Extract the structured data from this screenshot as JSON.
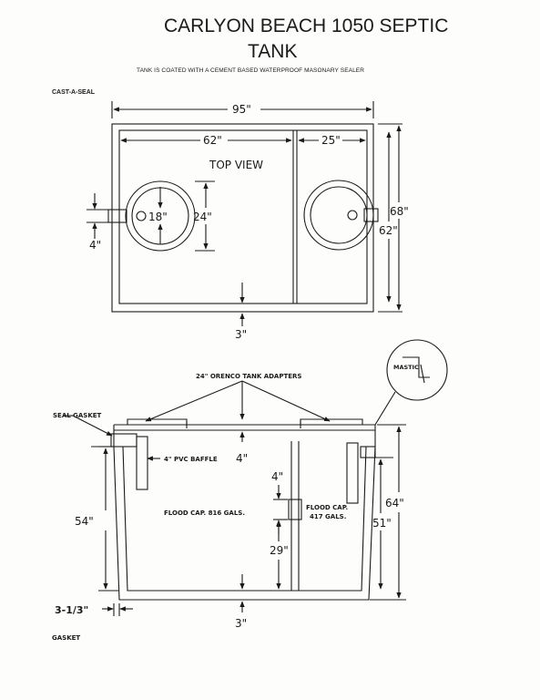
{
  "title_line1": "CARLYON BEACH 1050 SEPTIC",
  "title_line2": "TANK",
  "subtitle": "TANK IS COATED WITH A CEMENT BASED WATERPROOF MASONARY SEALER",
  "top_view": {
    "brand_label": "CAST-A-SEAL",
    "view_label": "TOP VIEW",
    "dim_overall_width": "95\"",
    "dim_first_compartment": "62\"",
    "dim_second_compartment": "25\"",
    "dim_outer_depth": "68\"",
    "dim_inner_depth": "62\"",
    "dim_opening": "18\"",
    "dim_riser": "24\"",
    "dim_wall": "4\"",
    "dim_bottom_wall": "3\""
  },
  "side_view": {
    "adapters_label": "24\" ORENCO TANK ADAPTERS",
    "mastic_label": "MASTIC",
    "seal_gasket_label": "SEAL GASKET",
    "baffle_label": "4\" PVC BAFFLE",
    "lid_thickness": "4\"",
    "flood_cap_main": "FLOOD CAP. 816 GALS.",
    "flood_cap_second_line1": "FLOOD CAP.",
    "flood_cap_second_line2": "417 GALS.",
    "dim_port": "4\"",
    "dim_port_height": "29\"",
    "dim_inside_height": "54\"",
    "dim_liquid": "51\"",
    "dim_overall_height": "64\"",
    "dim_floor": "3\"",
    "dim_wall_thickness": "3-1/3\"",
    "gasket_label": "GASKET"
  }
}
